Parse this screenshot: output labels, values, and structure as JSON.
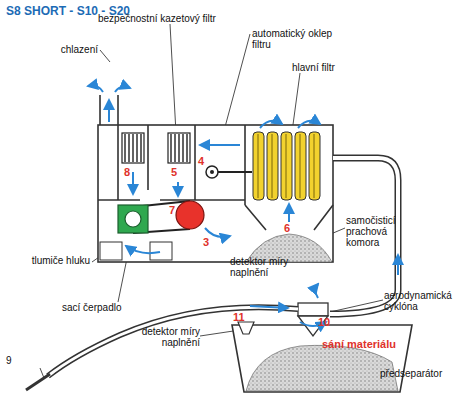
{
  "diagram": {
    "title": "S8 SHORT - S10 - S20",
    "labels": [
      "bezpečnostní kazetový filtr",
      "chlazení",
      "automatický oklep filtru",
      "hlavní filtr",
      "8",
      "5",
      "4",
      "7",
      "samočisticí prachová komora",
      "6",
      "3",
      "tlumiče hluku",
      "detektor míry naplnění",
      "sací čerpadlo",
      "aerodynamická cyklóna",
      "detektor míry naplnění",
      "11",
      "10",
      "sání materiálu",
      "9",
      "předseparátor"
    ]
  }
}
